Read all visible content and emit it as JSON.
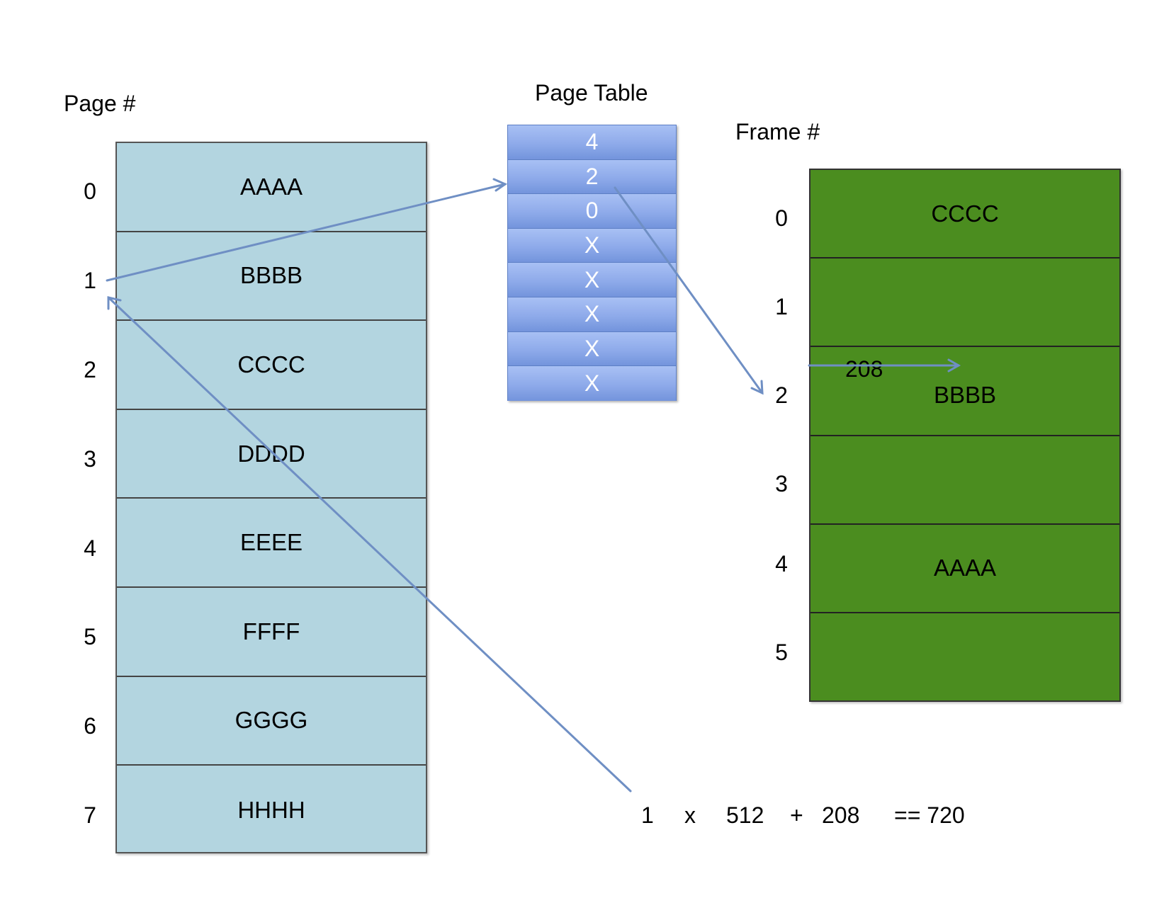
{
  "headings": {
    "page": "Page #",
    "page_table": "Page Table",
    "frame": "Frame #"
  },
  "logical_pages": {
    "numbers": [
      "0",
      "1",
      "2",
      "3",
      "4",
      "5",
      "6",
      "7"
    ],
    "contents": [
      "AAAA",
      "BBBB",
      "CCCC",
      "DDDD",
      "EEEE",
      "FFFF",
      "GGGG",
      "HHHH"
    ]
  },
  "page_table": {
    "entries": [
      "4",
      "2",
      "0",
      "X",
      "X",
      "X",
      "X",
      "X"
    ]
  },
  "physical_frames": {
    "numbers": [
      "0",
      "1",
      "2",
      "3",
      "4",
      "5"
    ],
    "contents": [
      "CCCC",
      "",
      "BBBB",
      "",
      "AAAA",
      ""
    ]
  },
  "offset_label": "208",
  "equation": {
    "page": "1",
    "times": "x",
    "page_size": "512",
    "plus": "+",
    "offset": "208",
    "result": "== 720"
  },
  "colors": {
    "logical_fill": "#b3d5e0",
    "page_table_fill": "#8eaaea",
    "frame_fill": "#4b8d1f",
    "arrow": "#6f8fc4"
  }
}
